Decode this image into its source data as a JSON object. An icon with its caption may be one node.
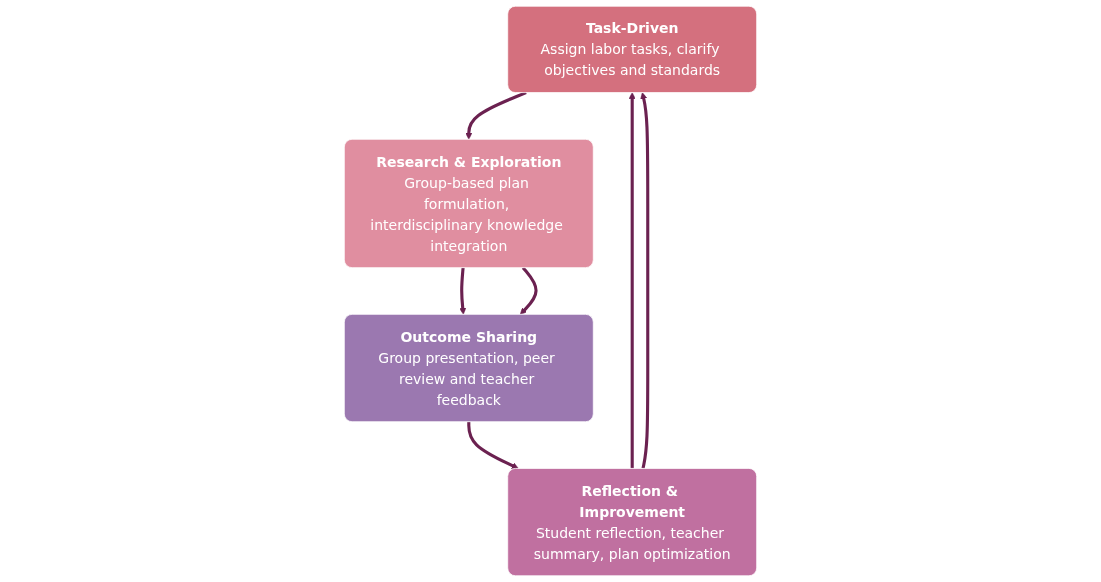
{
  "diagram": {
    "nodes": [
      {
        "text": [
          "Task-Driven",
          "Assign labor tasks, clarify objectives and standards"
        ]
      },
      {
        "text": [
          "Research & Exploration",
          "Group-based plan formulation, interdisciplinary knowledge integration"
        ]
      },
      {
        "text": [
          "Reflection & Improvement",
          "Student reflection, teacher summary, plan optimization"
        ]
      },
      {
        "text": [
          "Outcome Sharing",
          "Group presentation, peer review and teacher feedback"
        ]
      }
    ],
    "edges": [
      {
        "from": 0,
        "to": 1,
        "arrow": "to"
      },
      {
        "from": 1,
        "to": 3,
        "arrow": "to"
      },
      {
        "from": 1,
        "to": 3,
        "arrow": "to"
      },
      {
        "from": 3,
        "to": 2,
        "arrow": "to"
      },
      {
        "from": 2,
        "to": 0,
        "arrow": "to"
      },
      {
        "from": 2,
        "to": 0,
        "arrow": "to"
      }
    ]
  }
}
